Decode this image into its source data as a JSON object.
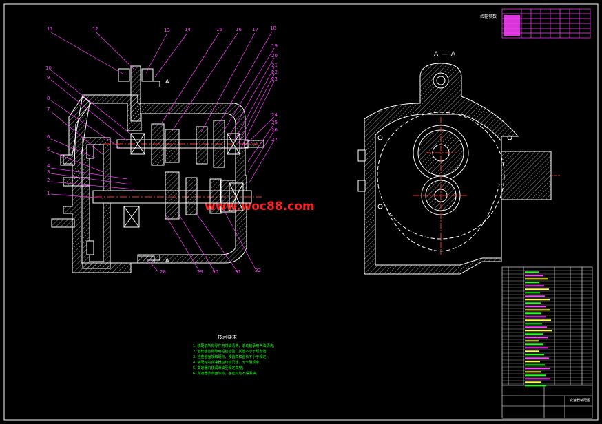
{
  "drawing": {
    "watermark": "www.woc88.com",
    "section_label": "A — A",
    "cut_marker_top": "A",
    "cut_marker_bottom": "A",
    "tech_requirements_title": "技术要求",
    "tech_requirements": [
      "1. 装配前所有零件用煤油清洗，滚动轴承用汽油清洗；",
      "2. 齿轮啮合侧隙用铅丝检验，其值不小于规定值；",
      "3. 检查齿面接触斑点，按齿高和齿长不小于规定；",
      "4. 装配好的变速器应转动灵活，无卡阻现象；",
      "5. 变速器内装润滑油至规定高度；",
      "6. 变速器外表面涂漆，各密封处不得漏油。"
    ],
    "param_table_title": "齿轮参数",
    "part_labels_top": [
      "11",
      "12",
      "13",
      "14",
      "15",
      "16",
      "17",
      "18"
    ],
    "part_labels_right": [
      "19",
      "20",
      "21",
      "22",
      "23",
      "24",
      "25",
      "26",
      "27"
    ],
    "part_labels_left": [
      "10",
      "9",
      "8",
      "7",
      "6",
      "5",
      "4",
      "3",
      "2",
      "1"
    ],
    "part_labels_bottom": [
      "28",
      "29",
      "30",
      "31",
      "32"
    ],
    "title_block_name": "变速器装配图"
  },
  "colors": {
    "background": "#000000",
    "outline": "#ffffff",
    "hatch": "#ffffff",
    "centerline": "#ff3030",
    "leader": "#ff40ff",
    "text_green": "#20ff20",
    "table_magenta": "#ff40ff",
    "watermark": "#ff2020"
  }
}
